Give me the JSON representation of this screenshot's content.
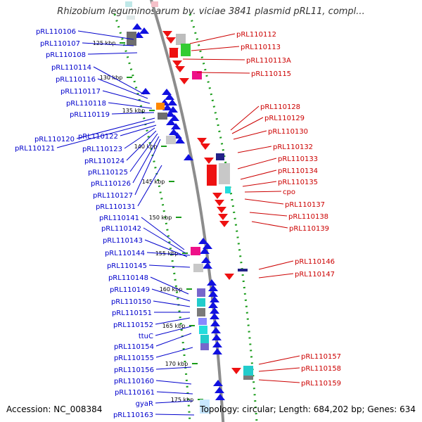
{
  "title": "Rhizobium leguminosarum bv. viciae 3841 plasmid pRL11, compl...",
  "accession": "Accession: NC_008384",
  "topology": "Topology: circular; Length: 684,202 bp; Genes: 634",
  "colors": {
    "backbone": "#8c8c8c",
    "ruler_dots": "#1a9c1a",
    "forward_genes": "#1010e0",
    "reverse_genes": "#ee1111",
    "left_labels": "#0000cc",
    "right_labels": "#cc0000"
  },
  "ruler_labels": [
    "125 kbp",
    "130 kbp",
    "135 kbp",
    "140 kbp",
    "145 kbp",
    "150 kbp",
    "155 kbp",
    "160 kbp",
    "165 kbp",
    "170 kbp",
    "175 kbp"
  ],
  "left_genes": [
    "pRL110106",
    "pRL110107",
    "pRL110108",
    "pRL110114",
    "pRL110116",
    "pRL110117",
    "pRL110118",
    "pRL110119",
    "pRL110120",
    "pRL110121",
    "pRL110122",
    "pRL110123",
    "pRL110124",
    "pRL110125",
    "pRL110126",
    "pRL110127",
    "pRL110131",
    "pRL110141",
    "pRL110142",
    "pRL110143",
    "pRL110144",
    "pRL110145",
    "pRL110148",
    "pRL110149",
    "pRL110150",
    "pRL110151",
    "pRL110152",
    "ttuC",
    "pRL110154",
    "pRL110155",
    "pRL110156",
    "pRL110160",
    "pRL110161",
    "gyaR",
    "pRL110163"
  ],
  "right_genes": [
    "pRL110112",
    "pRL110113",
    "pRL110113A",
    "pRL110115",
    "pRL110128",
    "pRL110129",
    "pRL110130",
    "pRL110132",
    "pRL110133",
    "pRL110134",
    "pRL110135",
    "cpo",
    "pRL110137",
    "pRL110138",
    "pRL110139",
    "pRL110146",
    "pRL110147",
    "pRL110157",
    "pRL110158",
    "pRL110159"
  ]
}
